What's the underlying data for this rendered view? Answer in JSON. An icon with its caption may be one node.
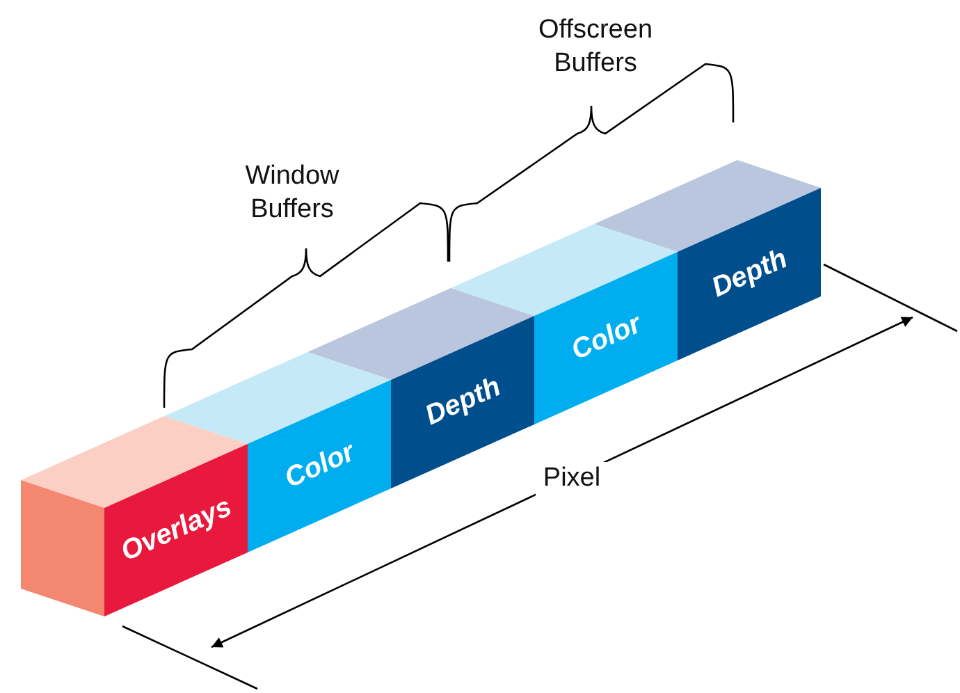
{
  "diagram": {
    "nodes": [
      {
        "text": [
          "Overlays"
        ]
      },
      {
        "text": [
          "Color"
        ]
      },
      {
        "text": [
          "Depth"
        ]
      },
      {
        "text": [
          "Color"
        ]
      },
      {
        "text": [
          "Depth"
        ]
      }
    ],
    "labels": [
      "Offscreen Buffers",
      "Window Buffers",
      "Pixel"
    ]
  }
}
